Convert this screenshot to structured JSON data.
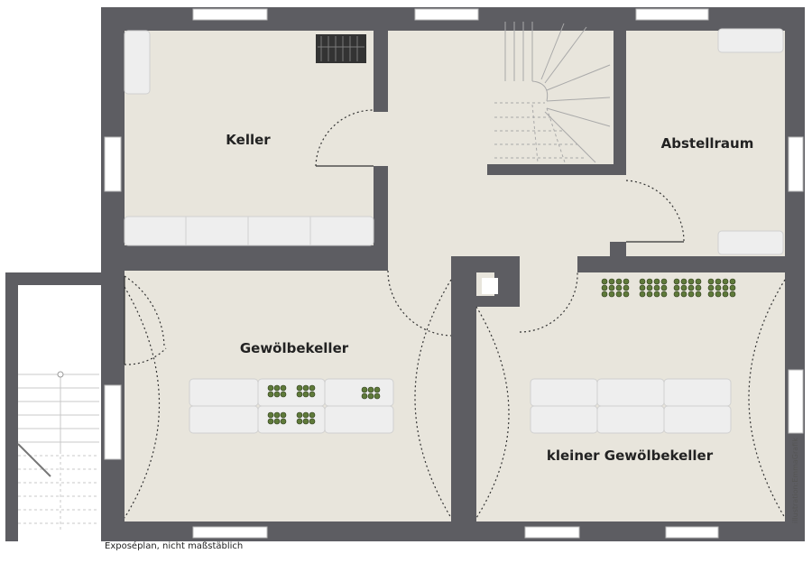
{
  "rooms": {
    "keller": "Keller",
    "abstellraum": "Abstellraum",
    "gewoelbekeller": "Gewölbekeller",
    "kleiner_gewoelbekeller": "kleiner Gewölbekeller"
  },
  "caption": "Exposéplan, nicht maßstäblich",
  "credit": "illustration:EmmaGrafik",
  "colors": {
    "floor": "#e8e5dc",
    "wall": "#5d5d62",
    "furniture": "#eeeeee",
    "bottle": "#5f7a3a"
  }
}
